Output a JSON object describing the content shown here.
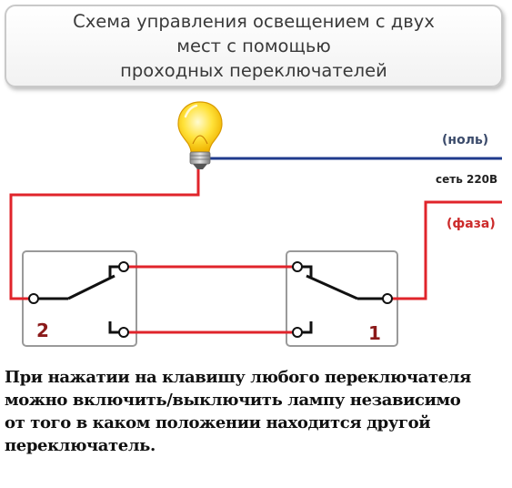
{
  "title": {
    "line1": "Схема управления освещением с двух",
    "line2": "мест с помощью",
    "line3": "проходных переключателей"
  },
  "labels": {
    "neutral": "(ноль)",
    "network": "сеть 220В",
    "phase": "(фаза)",
    "switch_left": "2",
    "switch_right": "1"
  },
  "caption": {
    "line1": "При нажатии на клавишу любого переключателя",
    "line2": "можно включить/выключить лампу независимо",
    "line3": "от того в каком положении находится другой",
    "line4": "переключатель."
  },
  "colors": {
    "phase_wire": "#e0242b",
    "neutral_wire": "#1f3b8c",
    "switch_box": "#9a9a9a",
    "bulb_glass": "#ffd60a"
  },
  "icons": {
    "lamp": "light-bulb-icon"
  }
}
